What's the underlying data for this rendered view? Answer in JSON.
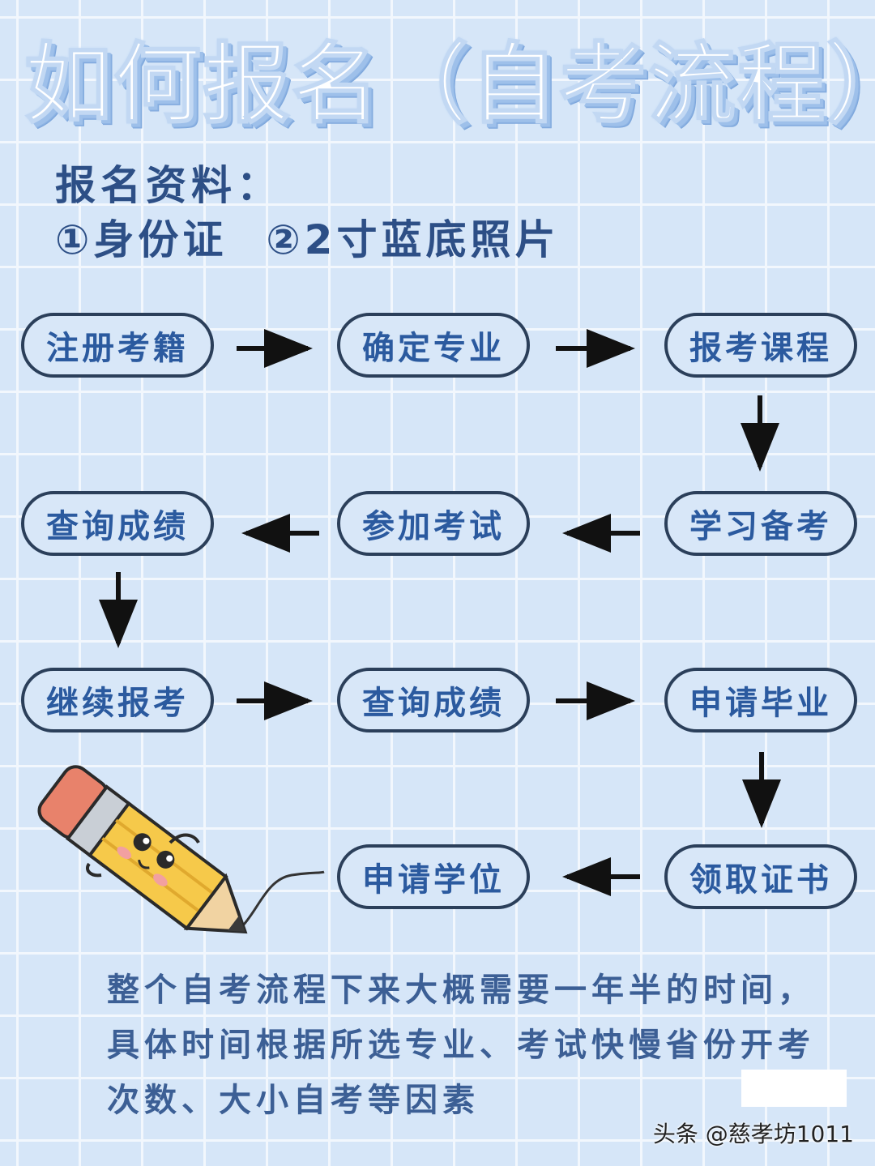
{
  "title": "如何报名（自考流程）",
  "materials": {
    "label": "报名资料：",
    "item1": "①身份证",
    "item2": "②2寸蓝底照片"
  },
  "steps": [
    "注册考籍",
    "确定专业",
    "报考课程",
    "学习备考",
    "参加考试",
    "查询成绩",
    "继续报考",
    "查询成绩",
    "申请毕业",
    "领取证书",
    "申请学位"
  ],
  "footer": "整个自考流程下来大概需要一年半的时间，具体时间根据所选专业、考试快慢省份开考次数、大小自考等因素",
  "watermark": "头条 @慈孝坊1011",
  "colors": {
    "background": "#d6e6f8",
    "accent": "#2b5a9f",
    "border": "#2b3f5a"
  }
}
